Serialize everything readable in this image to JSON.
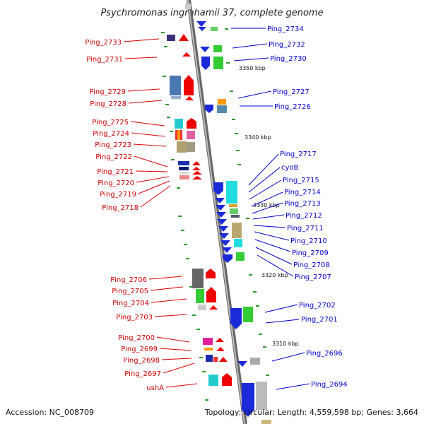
{
  "title": "Psychromonas ingrahamii 37, complete genome",
  "footer": {
    "accession": "Accession: NC_008709",
    "topology": "Topology: circular; Length: 4,559,598 bp; Genes: 3,664"
  },
  "kbp_marks": [
    "3350 kbp",
    "3340 kbp",
    "3330 kbp",
    "3320 kbp",
    "3310 kbp"
  ],
  "left_labels": [
    "Ping_2733",
    "Ping_2731",
    "Ping_2729",
    "Ping_2728",
    "Ping_2725",
    "Ping_2724",
    "Ping_2723",
    "Ping_2722",
    "Ping_2721",
    "Ping_2720",
    "Ping_2719",
    "Ping_2718",
    "Ping_2706",
    "Ping_2705",
    "Ping_2704",
    "Ping_2703",
    "Ping_2700",
    "Ping_2699",
    "Ping_2698",
    "Ping_2697",
    "ushA"
  ],
  "right_labels": [
    "Ping_2734",
    "Ping_2732",
    "Ping_2730",
    "Ping_2727",
    "Ping_2726",
    "Ping_2717",
    "cyoB",
    "Ping_2715",
    "Ping_2714",
    "Ping_2713",
    "Ping_2712",
    "Ping_2711",
    "Ping_2710",
    "Ping_2709",
    "Ping_2708",
    "Ping_2707",
    "Ping_2702",
    "Ping_2701",
    "Ping_2696",
    "Ping_2694"
  ],
  "colors": {
    "left_label": "#cc0000",
    "right_label": "#0000cc",
    "backbone": "#888888"
  }
}
